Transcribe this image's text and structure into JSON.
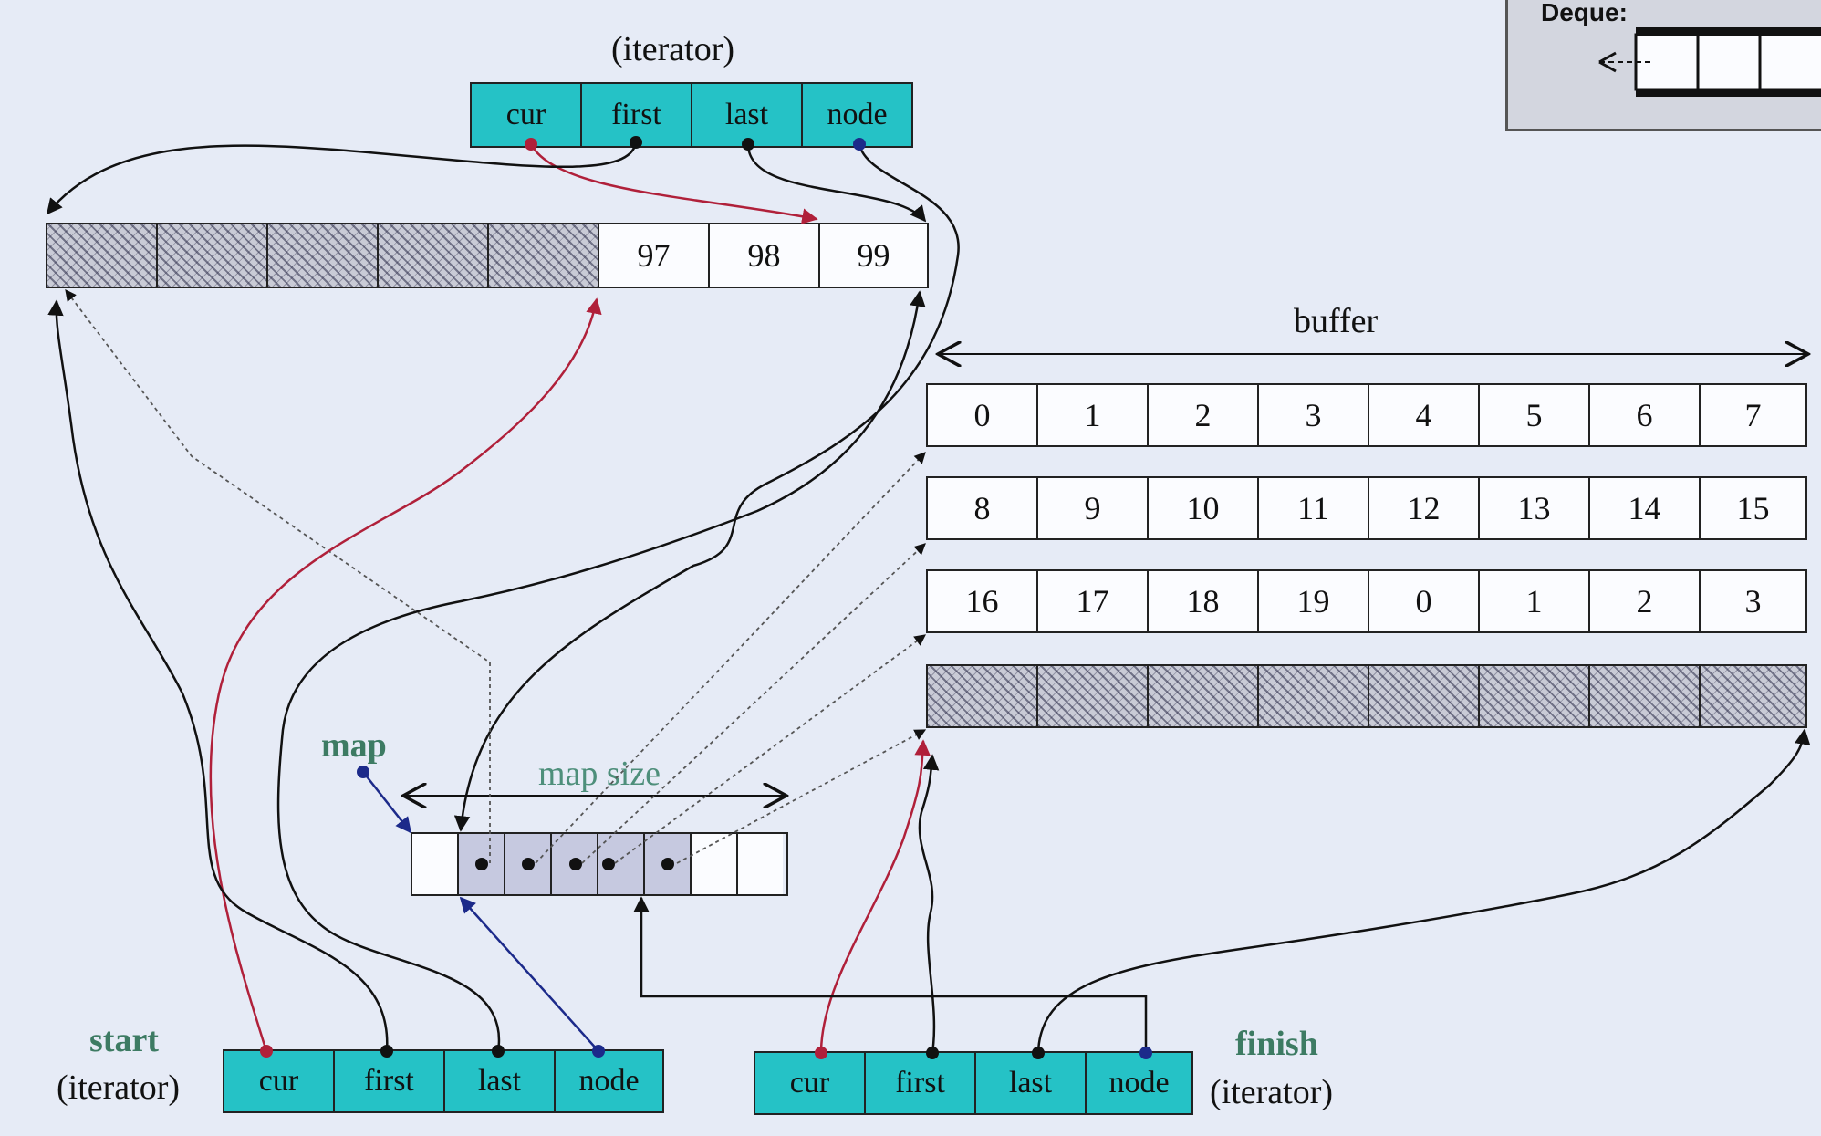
{
  "top_iterator": {
    "title": "(iterator)",
    "fields": [
      "cur",
      "first",
      "last",
      "node"
    ]
  },
  "top_buffer": {
    "values": [
      "",
      "",
      "",
      "",
      "",
      "97",
      "98",
      "99"
    ]
  },
  "buffer_label": "buffer",
  "buffers": [
    [
      "0",
      "1",
      "2",
      "3",
      "4",
      "5",
      "6",
      "7"
    ],
    [
      "8",
      "9",
      "10",
      "11",
      "12",
      "13",
      "14",
      "15"
    ],
    [
      "16",
      "17",
      "18",
      "19",
      "0",
      "1",
      "2",
      "3"
    ]
  ],
  "map": {
    "label": "map",
    "size_label": "map  size"
  },
  "start": {
    "label": "start",
    "sub": "(iterator)",
    "fields": [
      "cur",
      "first",
      "last",
      "node"
    ]
  },
  "finish": {
    "label": "finish",
    "sub": "(iterator)",
    "fields": [
      "cur",
      "first",
      "last",
      "node"
    ]
  },
  "inset": {
    "title": "Deque:"
  },
  "colors": {
    "iterator_fill": "#25c2c6",
    "cur_pointer": "#b0203a",
    "node_pointer": "#1c2a8a",
    "generic_pointer": "#111111",
    "label_green": "#3d7b63"
  }
}
